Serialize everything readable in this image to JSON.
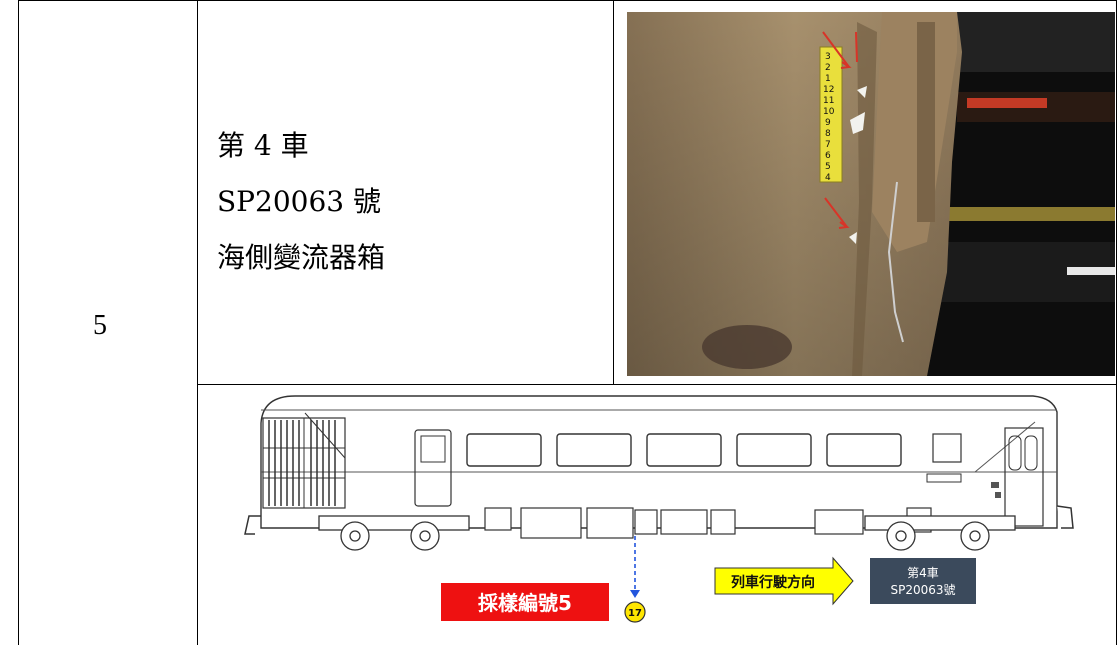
{
  "row": {
    "number": "5",
    "description": {
      "line1": "第 4 車",
      "line2": "SP20063 號",
      "line3": "海側變流器箱"
    }
  },
  "diagram": {
    "direction_label": "列車行駛方向",
    "car_label_line1": "第4車",
    "car_label_line2": "SP20063號",
    "sample_label": "採樣編號5",
    "marker_number": "17"
  },
  "photo_ruler_ticks": [
    "3",
    "2",
    "1",
    "12",
    "11",
    "10",
    "9",
    "8",
    "7",
    "6",
    "5",
    "4"
  ],
  "colors": {
    "sample_label_bg": "#ee1111",
    "direction_arrow": "#ffff00",
    "car_label_bg": "#3b4a5c",
    "marker_fill": "#ffe600",
    "dashed_arrow": "#2255dd",
    "photo_box": "#a48a66"
  }
}
